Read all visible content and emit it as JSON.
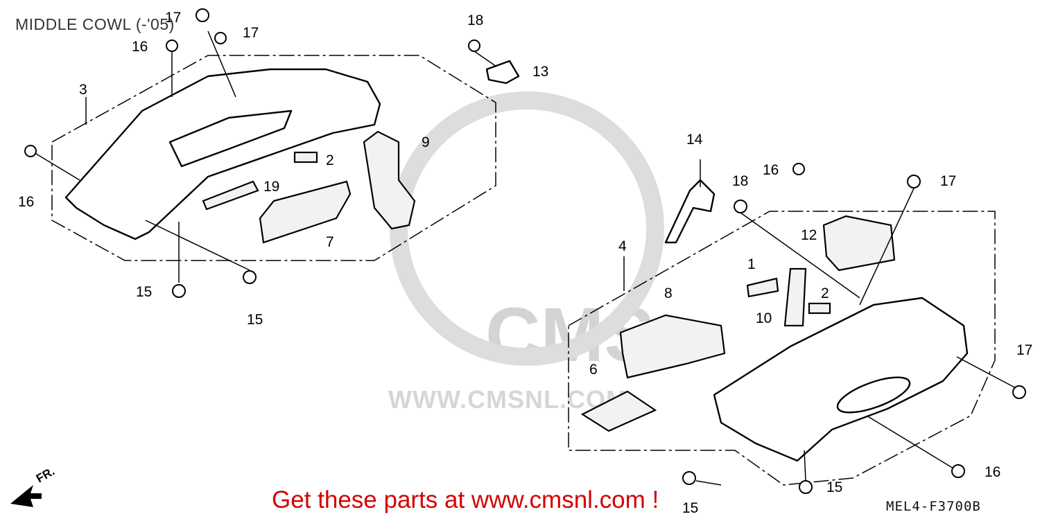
{
  "title": "MIDDLE COWL (-'05)",
  "diagram_code": "MEL4-F3700B",
  "banner": "Get these parts at www.cmsnl.com !",
  "direction_marker": "FR.",
  "watermark": {
    "brand": "CMS",
    "url": "WWW.CMSNL.COM"
  },
  "callouts": [
    {
      "id": "c17a",
      "label": "17"
    },
    {
      "id": "c17b",
      "label": "17"
    },
    {
      "id": "c16a",
      "label": "16"
    },
    {
      "id": "c18a",
      "label": "18"
    },
    {
      "id": "c13",
      "label": "13"
    },
    {
      "id": "c3",
      "label": "3"
    },
    {
      "id": "c9",
      "label": "9"
    },
    {
      "id": "c2a",
      "label": "2"
    },
    {
      "id": "c19",
      "label": "19"
    },
    {
      "id": "c16b",
      "label": "16"
    },
    {
      "id": "c7",
      "label": "7"
    },
    {
      "id": "c15a",
      "label": "15"
    },
    {
      "id": "c15b",
      "label": "15"
    },
    {
      "id": "c14",
      "label": "14"
    },
    {
      "id": "c16c",
      "label": "16"
    },
    {
      "id": "c18b",
      "label": "18"
    },
    {
      "id": "c17c",
      "label": "17"
    },
    {
      "id": "c12",
      "label": "12"
    },
    {
      "id": "c4",
      "label": "4"
    },
    {
      "id": "c1",
      "label": "1"
    },
    {
      "id": "c8",
      "label": "8"
    },
    {
      "id": "c2b",
      "label": "2"
    },
    {
      "id": "c10",
      "label": "10"
    },
    {
      "id": "c17d",
      "label": "17"
    },
    {
      "id": "c6",
      "label": "6"
    },
    {
      "id": "c16d",
      "label": "16"
    },
    {
      "id": "c15c",
      "label": "15"
    },
    {
      "id": "c15d",
      "label": "15"
    }
  ]
}
